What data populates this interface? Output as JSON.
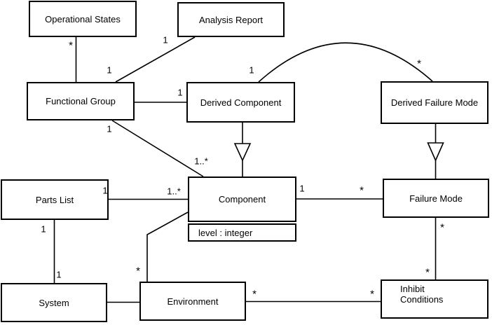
{
  "diagram": {
    "background_color": "#ffffff",
    "line_color": "#000000",
    "classes": {
      "operational_states": {
        "name": "Operational States"
      },
      "analysis_report": {
        "name": "Analysis Report"
      },
      "functional_group": {
        "name": "Functional Group"
      },
      "derived_component": {
        "name": "Derived Component"
      },
      "derived_failure_mode": {
        "name": "Derived Failure Mode"
      },
      "parts_list": {
        "name": "Parts List"
      },
      "component": {
        "name": "Component",
        "attribute": "level : integer"
      },
      "failure_mode": {
        "name": "Failure Mode"
      },
      "system": {
        "name": "System"
      },
      "environment": {
        "name": "Environment"
      },
      "inhibit_conditions": {
        "line1": "Inhibit",
        "line2": "Conditions"
      }
    },
    "relationships": [
      {
        "from": "Operational States",
        "to": "Functional Group",
        "type": "association",
        "from_mult": "*",
        "to_mult": "1"
      },
      {
        "from": "Analysis Report",
        "to": "Functional Group",
        "type": "association",
        "from_mult": "1"
      },
      {
        "from": "Functional Group",
        "to": "Derived Component",
        "type": "association",
        "to_mult": "1"
      },
      {
        "from": "Functional Group",
        "to": "Component",
        "type": "association",
        "from_mult": "1",
        "to_mult": "1..*"
      },
      {
        "from": "Derived Component",
        "to": "Derived Failure Mode",
        "type": "association",
        "from_mult": "1",
        "to_mult": "*"
      },
      {
        "from": "Parts List",
        "to": "Component",
        "type": "association",
        "from_mult": "1",
        "to_mult": "1..*"
      },
      {
        "from": "Component",
        "to": "Failure Mode",
        "type": "association",
        "from_mult": "1",
        "to_mult": "*"
      },
      {
        "from": "Parts List",
        "to": "System",
        "type": "association",
        "from_mult": "1",
        "to_mult": "1"
      },
      {
        "from": "System",
        "to": "Environment",
        "type": "association"
      },
      {
        "from": "Environment",
        "to": "Component",
        "type": "association",
        "from_mult": "*"
      },
      {
        "from": "Environment",
        "to": "Inhibit Conditions",
        "type": "association",
        "from_mult": "*",
        "to_mult": "*"
      },
      {
        "from": "Failure Mode",
        "to": "Inhibit Conditions",
        "type": "association",
        "from_mult": "*",
        "to_mult": "*"
      },
      {
        "from": "Derived Component",
        "to": "Component",
        "type": "generalization"
      },
      {
        "from": "Derived Failure Mode",
        "to": "Failure Mode",
        "type": "generalization"
      }
    ]
  }
}
